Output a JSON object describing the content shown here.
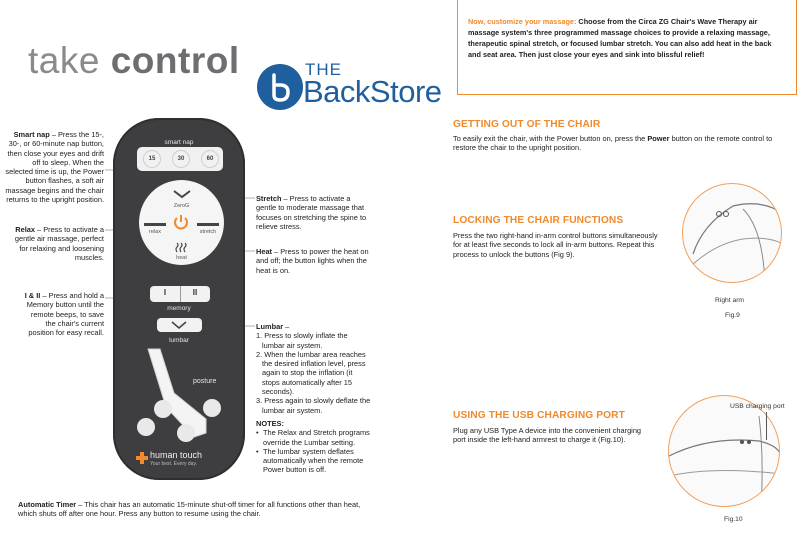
{
  "left": {
    "title_light": "take",
    "title_bold": "control",
    "logo_the": "THE",
    "logo_backstore": "BackStore",
    "smart_nap": {
      "term": "Smart nap",
      "text": " – Press the 15-, 30-, or 60-minute nap button, then close your eyes and drift off to sleep. When the selected time is up, the Power button flashes, a soft air massage begins and the chair returns to the upright position."
    },
    "relax": {
      "term": "Relax",
      "text": " – Press to activate a gentle air massage, perfect for relaxing and loosening muscles."
    },
    "memory": {
      "term": "I & II",
      "text": " – Press and hold a Memory button until the remote beeps, to save the chair's current position for easy recall."
    },
    "stretch": {
      "term": "Stretch",
      "text": " – Press to activate a gentle to moderate massage that focuses on stretching the spine to relieve stress."
    },
    "heat": {
      "term": "Heat",
      "text": " – Press to power the heat on and off; the button lights when the heat is on."
    },
    "lumbar": {
      "term": "Lumbar",
      "text": " –",
      "steps": [
        "1. Press to slowly inflate the lumbar air system.",
        "2. When the lumbar area reaches the desired inflation level, press again to stop the inflation (it stops automatically after 15 seconds).",
        "3. Press again to slowly deflate the lumbar air system."
      ]
    },
    "notes": {
      "heading": "NOTES:",
      "items": [
        "The Relax and Stretch programs override the Lumbar setting.",
        "The lumbar system deflates automatically when the remote Power button is off."
      ]
    },
    "timer": {
      "term": "Automatic Timer",
      "text": " – This chair has an automatic 15-minute shut-off timer for all functions other than heat, which shuts off after one hour. Press any button to resume using the chair."
    }
  },
  "remote": {
    "smart_nap_label": "smart nap",
    "nap_buttons": [
      "15",
      "30",
      "60"
    ],
    "zerog_label": "ZeroG",
    "relax_label": "relax",
    "stretch_label": "stretch",
    "heat_label": "heat",
    "memory_label": "memory",
    "memory_buttons": [
      "I",
      "II"
    ],
    "lumbar_label": "lumbar",
    "posture_label": "posture",
    "brand": "human touch",
    "tagline": "Your best. Every day."
  },
  "right": {
    "box_lead": "Now, customize your massage:",
    "box_text": " Choose from the Circa ZG Chair's Wave Therapy air massage system's three programmed massage choices to provide a relaxing massage, therapeutic spinal stretch, or focused lumbar stretch. You can also add heat in the back and seat area. Then just close your eyes and sink into blissful relief!",
    "getting_out": {
      "heading": "GETTING OUT OF THE CHAIR",
      "pre": "To easily exit the chair, with the Power button on, press the ",
      "bold": "Power",
      "post": " button on the remote control to restore the chair to the upright position."
    },
    "locking": {
      "heading": "LOCKING THE CHAIR FUNCTIONS",
      "text": "Press the two right-hand in-arm control buttons simultaneously for at least five seconds to lock all in-arm buttons. Repeat this process to unlock the buttons (Fig 9)."
    },
    "usb": {
      "heading": "USING THE USB CHARGING PORT",
      "text": "Plug any USB Type A device into the convenient charging port inside the left-hand armrest to charge it (Fig.10)."
    },
    "fig9_label": "Right arm",
    "fig9_caption": "Fig.9",
    "fig10_label": "USB charging port",
    "fig10_caption": "Fig.10"
  },
  "colors": {
    "accent": "#f08a2c",
    "remote": "#3e3e40",
    "logo": "#1f5f9e"
  }
}
